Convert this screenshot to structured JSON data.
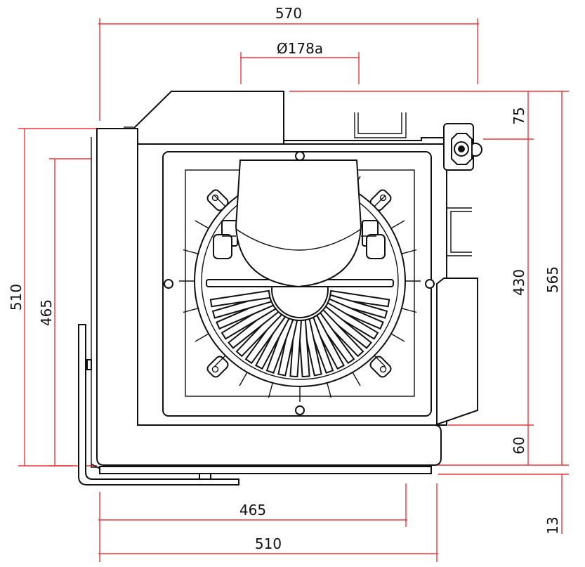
{
  "colors": {
    "dimension": "#e8383d",
    "outline": "#111111",
    "background": "#ffffff"
  },
  "dimensions": {
    "top_width": "570",
    "top_inner": "Ø178a",
    "right_75": "75",
    "right_430": "430",
    "right_565": "565",
    "right_60": "60",
    "right_13": "13",
    "left_510": "510",
    "left_465": "465",
    "bottom_465": "465",
    "bottom_510": "510"
  }
}
